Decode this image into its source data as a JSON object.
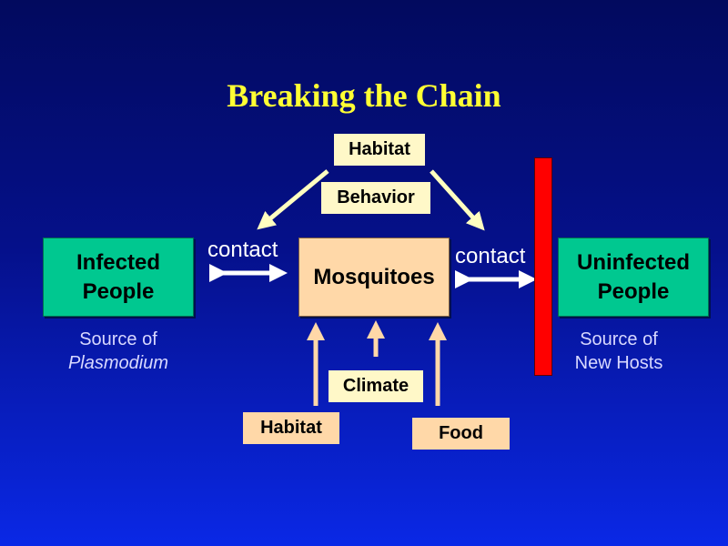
{
  "title": "Breaking the Chain",
  "top_factors": {
    "habitat": "Habitat",
    "behavior": "Behavior"
  },
  "nodes": {
    "infected": {
      "line1": "Infected",
      "line2": "People"
    },
    "mosquitoes": "Mosquitoes",
    "uninfected": {
      "line1": "Uninfected",
      "line2": "People"
    }
  },
  "edges": {
    "contact_left": "contact",
    "contact_right": "contact"
  },
  "captions": {
    "left_line1": "Source of",
    "left_line2": "Plasmodium",
    "right_line1": "Source of",
    "right_line2": "New Hosts"
  },
  "bottom_factors": {
    "climate": "Climate",
    "habitat": "Habitat",
    "food": "Food"
  },
  "colors": {
    "title": "#ffff33",
    "node_green": "#00c890",
    "node_peach": "#ffd8a8",
    "label_cream": "#fff8c8",
    "barrier_red": "#ff0000"
  }
}
